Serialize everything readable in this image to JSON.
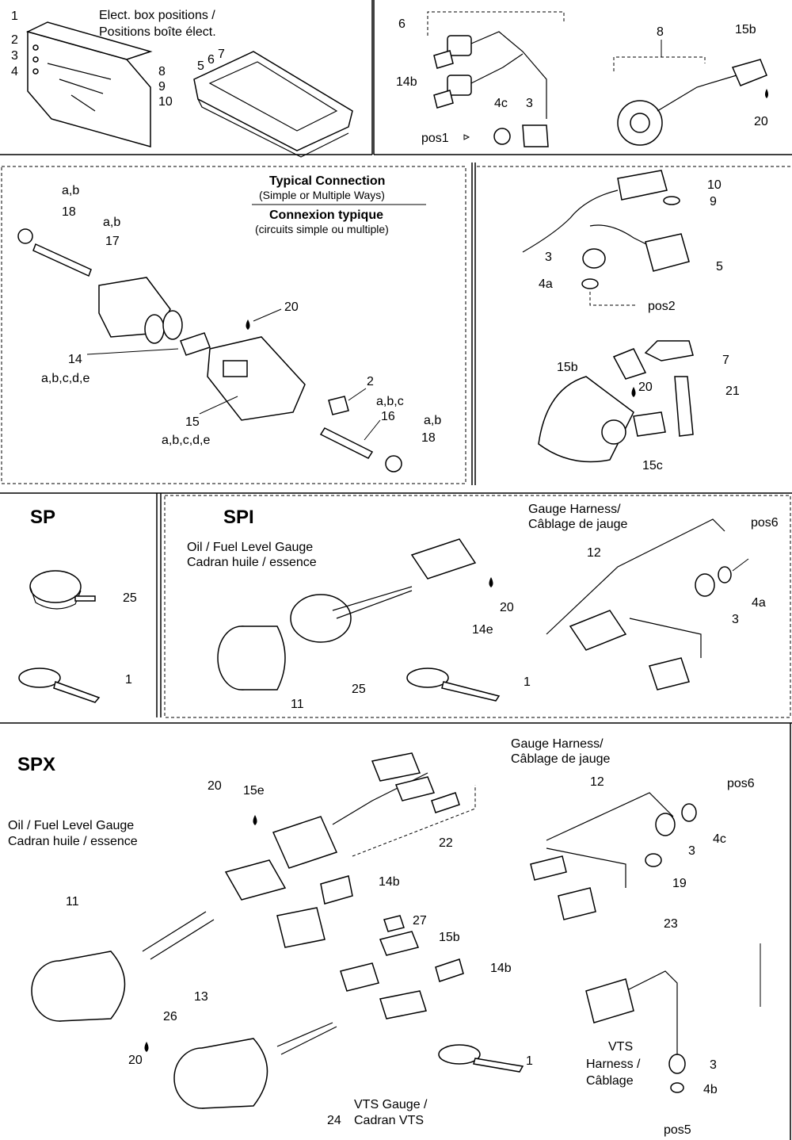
{
  "panels": {
    "elect_box": {
      "title_en": "Elect. box positions /",
      "title_fr": "Positions boîte élect.",
      "labels": [
        "1",
        "2",
        "3",
        "4",
        "8",
        "9",
        "10",
        "5",
        "6",
        "7"
      ]
    },
    "pos1": {
      "labels": [
        "6",
        "14b",
        "4c",
        "3",
        "pos1"
      ]
    },
    "sensor": {
      "labels": [
        "8",
        "15b",
        "20"
      ]
    },
    "typical": {
      "title_en": "Typical Connection",
      "sub_en": "(Simple or Multiple Ways)",
      "title_fr": "Connexion typique",
      "sub_fr": "(circuits simple ou multiple)",
      "labels": [
        "a,b",
        "18",
        "a,b",
        "17",
        "20",
        "14",
        "a,b,c,d,e",
        "2",
        "a,b,c",
        "16",
        "a,b",
        "18",
        "15",
        "a,b,c,d,e"
      ]
    },
    "pos2": {
      "labels": [
        "10",
        "9",
        "3",
        "5",
        "4a",
        "pos2"
      ]
    },
    "bracket": {
      "labels": [
        "15b",
        "7",
        "20",
        "21",
        "15c"
      ]
    },
    "sp": {
      "heading": "SP",
      "labels": [
        "25",
        "1"
      ]
    },
    "spi": {
      "heading": "SPI",
      "gauge_en": "Oil / Fuel Level Gauge",
      "gauge_fr": "Cadran huile / essence",
      "harness_en": "Gauge Harness/",
      "harness_fr": "Câblage de jauge",
      "labels": [
        "20",
        "14e",
        "25",
        "11",
        "1",
        "12",
        "pos6",
        "4a",
        "3"
      ]
    },
    "spx": {
      "heading": "SPX",
      "gauge_en": "Oil / Fuel Level Gauge",
      "gauge_fr": "Cadran huile / essence",
      "harness_en": "Gauge Harness/",
      "harness_fr": "Câblage de jauge",
      "vts_h1": "VTS",
      "vts_h2": "Harness /",
      "vts_h3": "Câblage",
      "vts_g1": "VTS Gauge /",
      "vts_g2": "Cadran VTS",
      "labels": [
        "20",
        "15e",
        "22",
        "14b",
        "11",
        "27",
        "15b",
        "14b",
        "13",
        "26",
        "20",
        "1",
        "24",
        "12",
        "pos6",
        "4c",
        "3",
        "19",
        "23",
        "3",
        "4b",
        "pos5"
      ]
    }
  }
}
